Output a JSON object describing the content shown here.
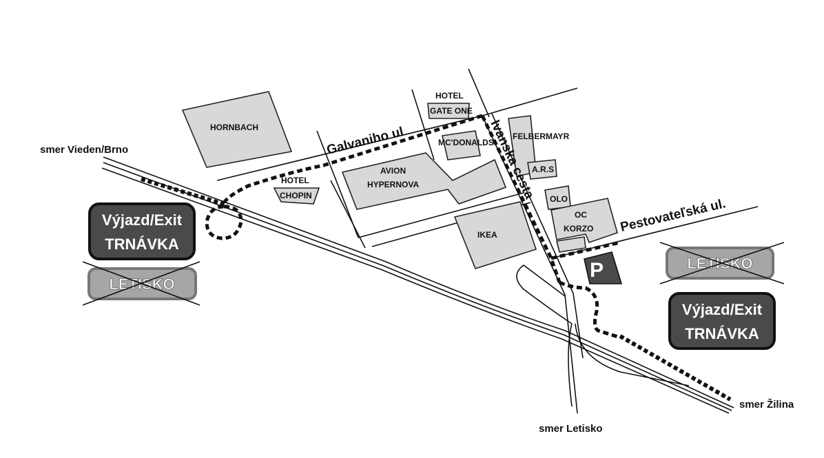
{
  "buildings": {
    "hornbach": "HORNBACH",
    "hotel_chopin_1": "HOTEL",
    "hotel_chopin_2": "CHOPIN",
    "avion_1": "AVION",
    "avion_2": "HYPERNOVA",
    "hotel_gateone_1": "HOTEL",
    "hotel_gateone_2": "GATE ONE",
    "mcdonalds": "MC'DONALDS",
    "felbermayr": "FELBERMAYR",
    "ars": "A.R.S",
    "olo": "OLO",
    "oc_korzo_1": "OC",
    "oc_korzo_2": "KORZO",
    "ikea": "IKEA"
  },
  "streets": {
    "galvaniho": "Galvaniho ul",
    "ivanska": "Ivanska cesta",
    "pestovatelska": "Pestovateľská ul."
  },
  "directions": {
    "west": "smer Vieden/Brno",
    "east": "smer Žilina",
    "south": "smer Letisko"
  },
  "signs": {
    "exit_line1": "Výjazd/Exit",
    "exit_line2": "TRNÁVKA",
    "airport": "LETISKO",
    "parking": "P"
  },
  "colors": {
    "building_fill": "#d8d8d8",
    "sign_dark": "#4a4a4a",
    "sign_grey": "#a6a6a6"
  }
}
